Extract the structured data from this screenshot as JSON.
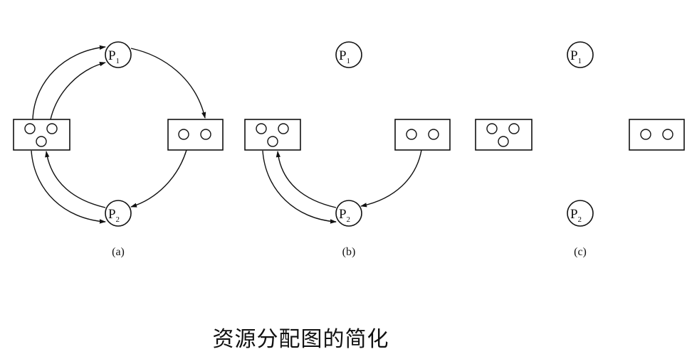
{
  "caption": "资源分配图的简化",
  "panels": [
    {
      "label": "(a)",
      "processes": [
        {
          "name": "P",
          "sub": "1"
        },
        {
          "name": "P",
          "sub": "2"
        }
      ],
      "resources": [
        {
          "name": "resource-1",
          "instances": 3
        },
        {
          "name": "resource-2",
          "instances": 2
        }
      ],
      "edges": [
        {
          "from": "resource-1",
          "to": "P1",
          "type": "assignment"
        },
        {
          "from": "resource-1",
          "to": "P1",
          "type": "assignment"
        },
        {
          "from": "P1",
          "to": "resource-2",
          "type": "request"
        },
        {
          "from": "resource-2",
          "to": "P2",
          "type": "assignment"
        },
        {
          "from": "P2",
          "to": "resource-1",
          "type": "request"
        },
        {
          "from": "resource-1",
          "to": "P2",
          "type": "assignment"
        }
      ]
    },
    {
      "label": "(b)",
      "processes": [
        {
          "name": "P",
          "sub": "1"
        },
        {
          "name": "P",
          "sub": "2"
        }
      ],
      "resources": [
        {
          "name": "resource-1",
          "instances": 3
        },
        {
          "name": "resource-2",
          "instances": 2
        }
      ],
      "edges": [
        {
          "from": "resource-2",
          "to": "P2",
          "type": "assignment"
        },
        {
          "from": "P2",
          "to": "resource-1",
          "type": "request"
        },
        {
          "from": "resource-1",
          "to": "P2",
          "type": "assignment"
        }
      ]
    },
    {
      "label": "(c)",
      "processes": [
        {
          "name": "P",
          "sub": "1"
        },
        {
          "name": "P",
          "sub": "2"
        }
      ],
      "resources": [
        {
          "name": "resource-1",
          "instances": 3
        },
        {
          "name": "resource-2",
          "instances": 2
        }
      ],
      "edges": []
    }
  ]
}
